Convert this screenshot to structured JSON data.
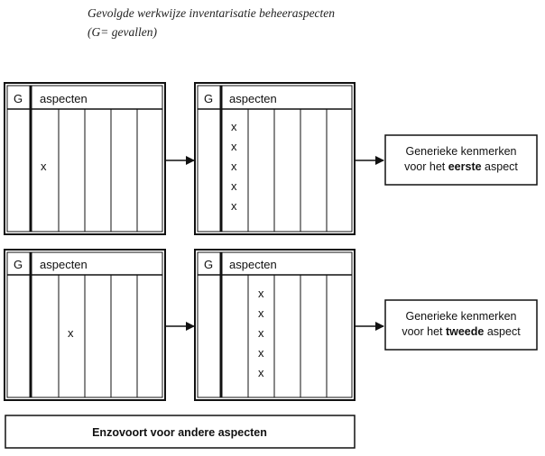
{
  "caption": {
    "line1": "Gevolgde werkwijze inventarisatie beheeraspecten",
    "line2": "(G= gevallen)"
  },
  "table_labels": {
    "g": "G",
    "aspects": "aspecten",
    "mark": "x"
  },
  "rows": [
    {
      "result": {
        "line1": "Generieke kenmerken",
        "line2_prefix": "voor het ",
        "line2_emphasis": "eerste",
        "line2_suffix": " aspect"
      }
    },
    {
      "result": {
        "line1": "Generieke kenmerken",
        "line2_prefix": "voor het ",
        "line2_emphasis": "tweede",
        "line2_suffix": " aspect"
      }
    }
  ],
  "footer": {
    "label": "Enzovoort voor andere aspecten"
  }
}
